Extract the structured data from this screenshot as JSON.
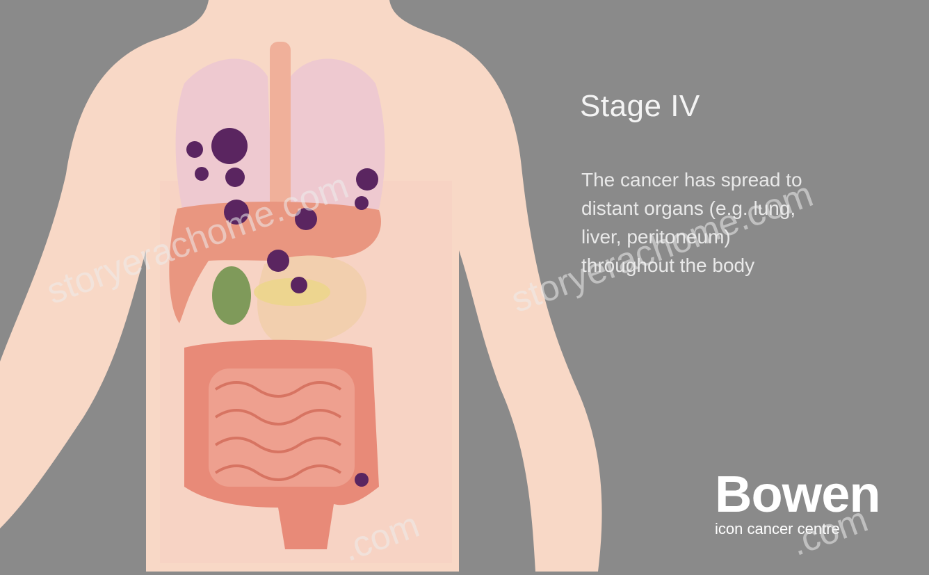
{
  "slide": {
    "title": "Stage IV",
    "description": "The cancer has spread to\ndistant organs (e.g. lung,\nliver, peritoneum)\nthroughout the body"
  },
  "brand": {
    "name": "Bowen",
    "subtitle": "icon cancer centre",
    "color": "#ffffff"
  },
  "watermarks": [
    {
      "text": "storyerachome.com"
    },
    {
      "text": "storyerachome.com"
    },
    {
      "text": ".com"
    },
    {
      "text": ".com"
    }
  ],
  "colors": {
    "background": "#8a8a8a",
    "skin": "#f8d8c6",
    "lung": "#eec9d0",
    "liver": "#e99680",
    "intestine": "#e88a78",
    "tumor": "#5a2560"
  }
}
